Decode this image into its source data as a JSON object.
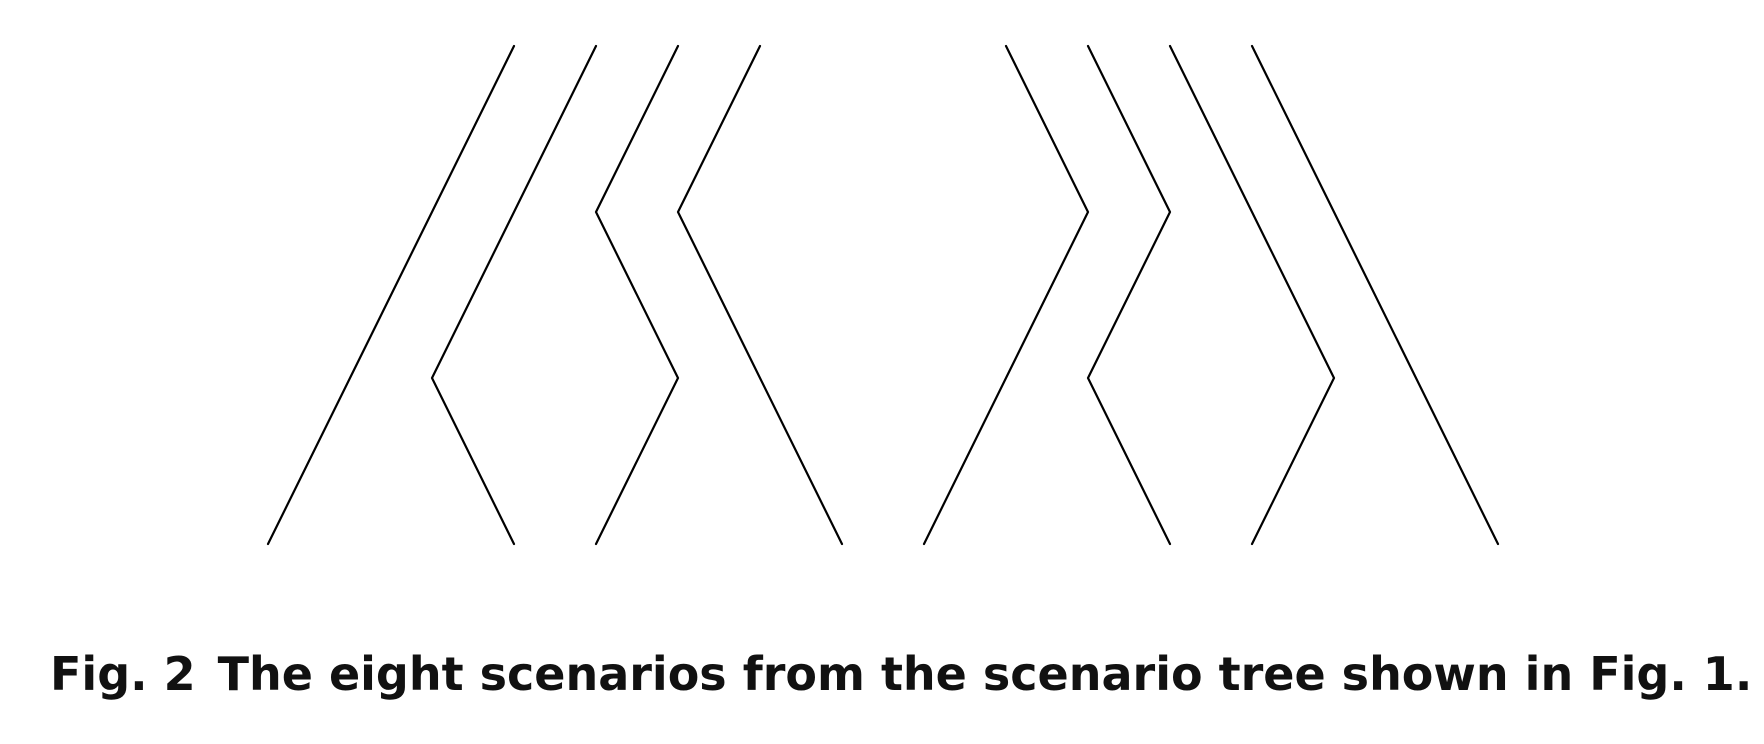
{
  "caption": {
    "label": "Fig. 2",
    "text": "The eight scenarios from the scenario tree shown in Fig. 1."
  },
  "scenario_tree": {
    "stages": 3,
    "scenario_count": 8,
    "scenarios": [
      {
        "moves": [
          "left",
          "left",
          "left"
        ]
      },
      {
        "moves": [
          "left",
          "left",
          "right"
        ]
      },
      {
        "moves": [
          "left",
          "right",
          "left"
        ]
      },
      {
        "moves": [
          "left",
          "right",
          "right"
        ]
      },
      {
        "moves": [
          "right",
          "left",
          "left"
        ]
      },
      {
        "moves": [
          "right",
          "left",
          "right"
        ]
      },
      {
        "moves": [
          "right",
          "right",
          "left"
        ]
      },
      {
        "moves": [
          "right",
          "right",
          "right"
        ]
      }
    ]
  }
}
